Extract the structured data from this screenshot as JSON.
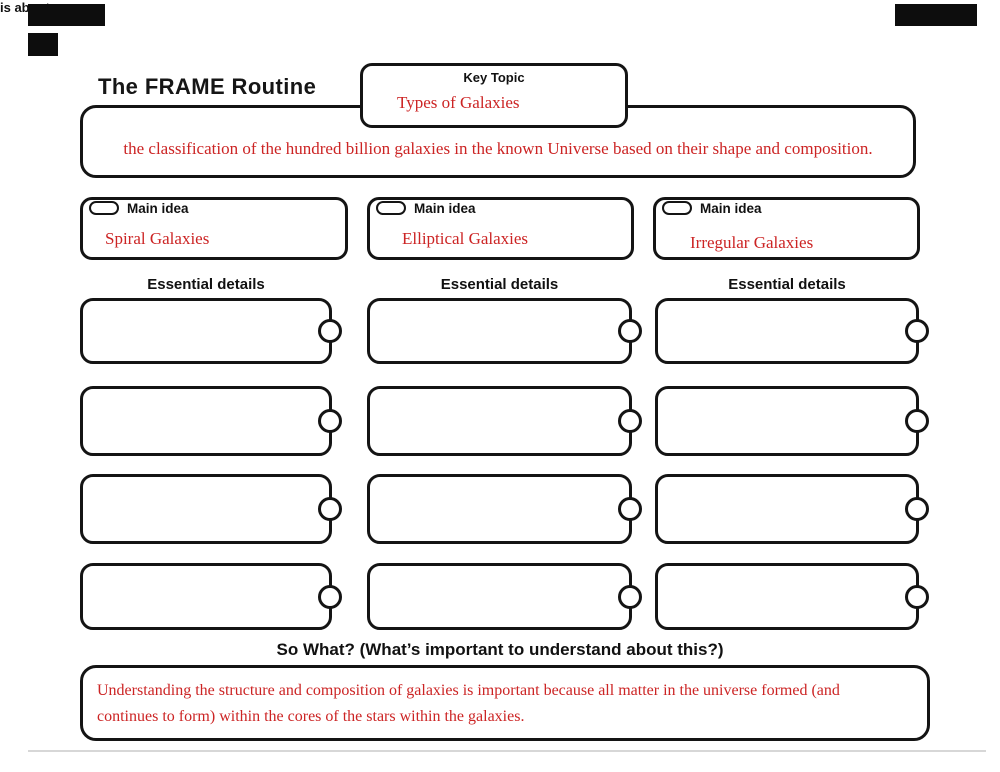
{
  "colors": {
    "answer_red": "#cc2424",
    "line_black": "#141414",
    "scan_mark": "#0d0d0d",
    "divider_gray": "#c9c9c9"
  },
  "header": {
    "title": "The FRAME Routine"
  },
  "key_topic": {
    "label": "Key Topic",
    "value": "Types of Galaxies"
  },
  "is_about": {
    "label": "is about...",
    "value": "the classification of the hundred billion galaxies in the known Universe based on their shape and composition."
  },
  "main_ideas": [
    {
      "label": "Main idea",
      "value": "Spiral Galaxies"
    },
    {
      "label": "Main idea",
      "value": "Elliptical Galaxies"
    },
    {
      "label": "Main idea",
      "value": "Irregular Galaxies"
    }
  ],
  "essential_details": {
    "column_header": "Essential details",
    "columns": [
      {
        "boxes": [
          "",
          "",
          "",
          ""
        ]
      },
      {
        "boxes": [
          "",
          "",
          "",
          ""
        ]
      },
      {
        "boxes": [
          "",
          "",
          "",
          ""
        ]
      }
    ]
  },
  "so_what": {
    "label": "So What? (What’s important to understand about this?)",
    "value_lines": [
      "Understanding the structure and composition of galaxies is important because all matter in the universe formed (and",
      "continues to form) within the cores of the stars within the galaxies."
    ]
  }
}
